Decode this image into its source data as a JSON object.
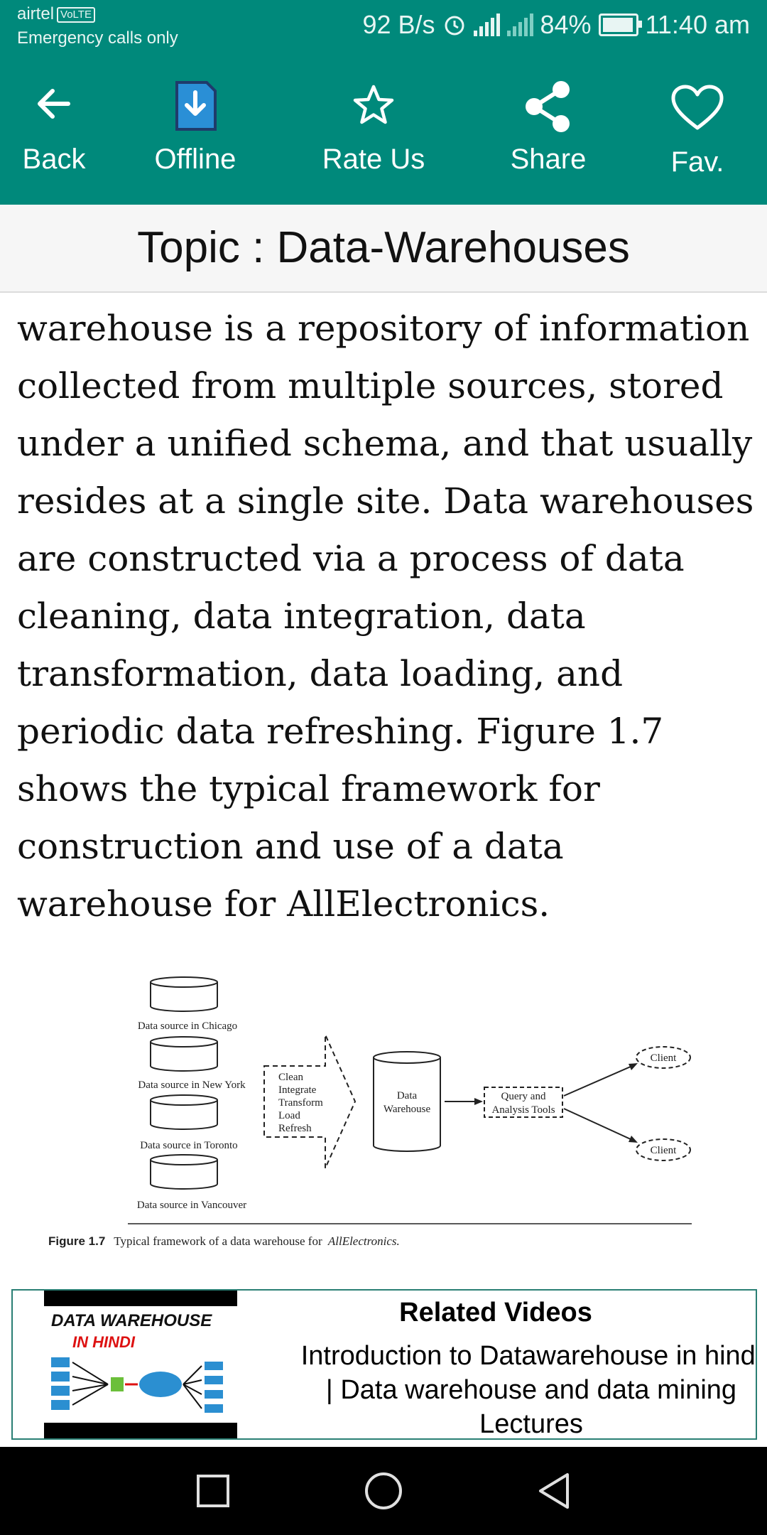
{
  "status_bar": {
    "carrier": "airtel",
    "volte": "VoLTE",
    "emergency": "Emergency calls only",
    "net_speed": "92 B/s",
    "battery": "84%",
    "time": "11:40 am"
  },
  "toolbar": {
    "back_label": "Back",
    "offline_label": "Offline",
    "rate_label": "Rate Us",
    "share_label": "Share",
    "fav_label": "Fav."
  },
  "topic": {
    "title": "Topic : Data-Warehouses"
  },
  "article": {
    "text": "warehouse is a repository of information collected from multiple sources, stored under a unified schema, and that usually resides at a single site. Data warehouses are constructed via a process of data cleaning, data integration, data transformation, data loading, and periodic data refreshing. Figure 1.7 shows the typical framework for construction and use of a data warehouse for AllElectronics."
  },
  "figure": {
    "sources": [
      "Data source in Chicago",
      "Data source in New York",
      "Data source in Toronto",
      "Data source in Vancouver"
    ],
    "process_steps": [
      "Clean",
      "Integrate",
      "Transform",
      "Load",
      "Refresh"
    ],
    "warehouse_line1": "Data",
    "warehouse_line2": "Warehouse",
    "tools_line1": "Query and",
    "tools_line2": "Analysis Tools",
    "client": "Client",
    "caption_label": "Figure 1.7",
    "caption_text": "Typical framework of a data warehouse for",
    "caption_italic": "AllElectronics."
  },
  "related": {
    "title": "Related Videos",
    "video_title": "Introduction to Datawarehouse in hindi | Data warehouse and data mining Lectures",
    "thumb_line1": "DATA WAREHOUSE",
    "thumb_line2": "IN HINDI"
  },
  "colors": {
    "primary": "#00897b",
    "border": "#2a7f74"
  }
}
